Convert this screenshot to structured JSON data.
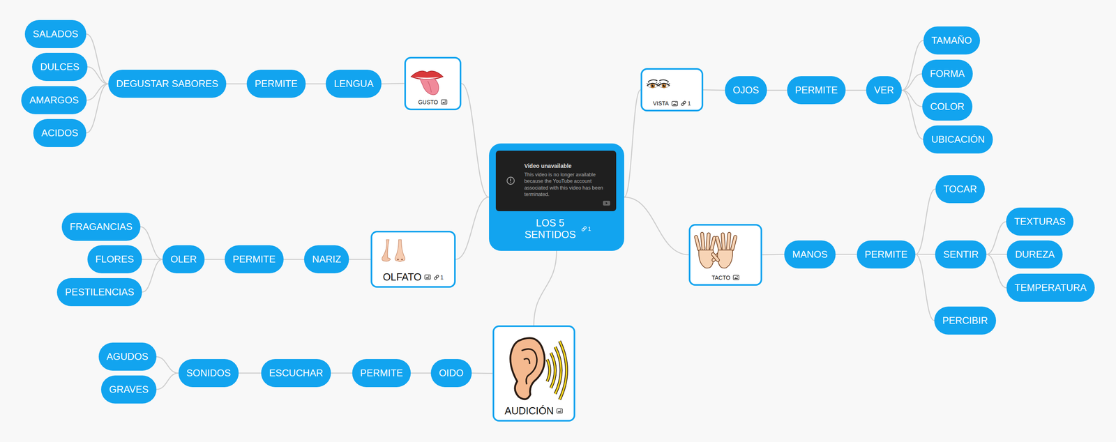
{
  "diagram": {
    "nodes": [
      {
        "text": [
          "LOS 5 SENTIDOS"
        ]
      },
      {
        "text": [
          "Video unavailable",
          "This video is no longer available because the YouTube account associated with this video has been terminated."
        ],
        "in": 0
      },
      {
        "text": [
          "GUSTO"
        ]
      },
      {
        "text": [
          "LENGUA"
        ]
      },
      {
        "text": [
          "PERMITE"
        ]
      },
      {
        "text": [
          "DEGUSTAR SABORES"
        ]
      },
      {
        "text": [
          "SALADOS"
        ]
      },
      {
        "text": [
          "DULCES"
        ]
      },
      {
        "text": [
          "AMARGOS"
        ]
      },
      {
        "text": [
          "ACIDOS"
        ]
      },
      {
        "text": [
          "VISTA"
        ]
      },
      {
        "text": [
          "OJOS"
        ]
      },
      {
        "text": [
          "PERMITE"
        ]
      },
      {
        "text": [
          "VER"
        ]
      },
      {
        "text": [
          "TAMAÑO"
        ]
      },
      {
        "text": [
          "FORMA"
        ]
      },
      {
        "text": [
          "COLOR"
        ]
      },
      {
        "text": [
          "UBICACIÓN"
        ]
      },
      {
        "text": [
          "OLFATO"
        ]
      },
      {
        "text": [
          "NARIZ"
        ]
      },
      {
        "text": [
          "PERMITE"
        ]
      },
      {
        "text": [
          "OLER"
        ]
      },
      {
        "text": [
          "FRAGANCIAS"
        ]
      },
      {
        "text": [
          "FLORES"
        ]
      },
      {
        "text": [
          "PESTILENCIAS"
        ]
      },
      {
        "text": [
          "TACTO"
        ]
      },
      {
        "text": [
          "MANOS"
        ]
      },
      {
        "text": [
          "PERMITE"
        ]
      },
      {
        "text": [
          "TOCAR"
        ]
      },
      {
        "text": [
          "SENTIR"
        ]
      },
      {
        "text": [
          "PERCIBIR"
        ]
      },
      {
        "text": [
          "TEXTURAS"
        ]
      },
      {
        "text": [
          "DUREZA"
        ]
      },
      {
        "text": [
          "TEMPERATURA"
        ]
      },
      {
        "text": [
          "AUDICIÓN"
        ]
      },
      {
        "text": [
          "OIDO"
        ]
      },
      {
        "text": [
          "PERMITE"
        ]
      },
      {
        "text": [
          "ESCUCHAR"
        ]
      },
      {
        "text": [
          "SONIDOS"
        ]
      },
      {
        "text": [
          "AGUDOS"
        ]
      },
      {
        "text": [
          "GRAVES"
        ]
      }
    ],
    "edges": [
      {
        "from": 0,
        "to": 2,
        "arrow": "none"
      },
      {
        "from": 2,
        "to": 3,
        "arrow": "none"
      },
      {
        "from": 3,
        "to": 4,
        "arrow": "none"
      },
      {
        "from": 4,
        "to": 5,
        "arrow": "none"
      },
      {
        "from": 5,
        "to": 6,
        "arrow": "none"
      },
      {
        "from": 5,
        "to": 7,
        "arrow": "none"
      },
      {
        "from": 5,
        "to": 8,
        "arrow": "none"
      },
      {
        "from": 5,
        "to": 9,
        "arrow": "none"
      },
      {
        "from": 0,
        "to": 10,
        "arrow": "none"
      },
      {
        "from": 10,
        "to": 11,
        "arrow": "none"
      },
      {
        "from": 11,
        "to": 12,
        "arrow": "none"
      },
      {
        "from": 12,
        "to": 13,
        "arrow": "none"
      },
      {
        "from": 13,
        "to": 14,
        "arrow": "none"
      },
      {
        "from": 13,
        "to": 15,
        "arrow": "none"
      },
      {
        "from": 13,
        "to": 16,
        "arrow": "none"
      },
      {
        "from": 13,
        "to": 17,
        "arrow": "none"
      },
      {
        "from": 0,
        "to": 18,
        "arrow": "none"
      },
      {
        "from": 18,
        "to": 19,
        "arrow": "none"
      },
      {
        "from": 19,
        "to": 20,
        "arrow": "none"
      },
      {
        "from": 20,
        "to": 21,
        "arrow": "none"
      },
      {
        "from": 21,
        "to": 22,
        "arrow": "none"
      },
      {
        "from": 21,
        "to": 23,
        "arrow": "none"
      },
      {
        "from": 21,
        "to": 24,
        "arrow": "none"
      },
      {
        "from": 0,
        "to": 25,
        "arrow": "none"
      },
      {
        "from": 25,
        "to": 26,
        "arrow": "none"
      },
      {
        "from": 26,
        "to": 27,
        "arrow": "none"
      },
      {
        "from": 27,
        "to": 28,
        "arrow": "none"
      },
      {
        "from": 27,
        "to": 29,
        "arrow": "none"
      },
      {
        "from": 27,
        "to": 30,
        "arrow": "none"
      },
      {
        "from": 29,
        "to": 31,
        "arrow": "none"
      },
      {
        "from": 29,
        "to": 32,
        "arrow": "none"
      },
      {
        "from": 29,
        "to": 33,
        "arrow": "none"
      },
      {
        "from": 0,
        "to": 34,
        "arrow": "none"
      },
      {
        "from": 34,
        "to": 35,
        "arrow": "none"
      },
      {
        "from": 35,
        "to": 36,
        "arrow": "none"
      },
      {
        "from": 36,
        "to": 37,
        "arrow": "none"
      },
      {
        "from": 37,
        "to": 38,
        "arrow": "none"
      },
      {
        "from": 38,
        "to": 39,
        "arrow": "none"
      },
      {
        "from": 38,
        "to": 40,
        "arrow": "none"
      }
    ],
    "labels": [
      "1",
      "1",
      "1"
    ]
  }
}
